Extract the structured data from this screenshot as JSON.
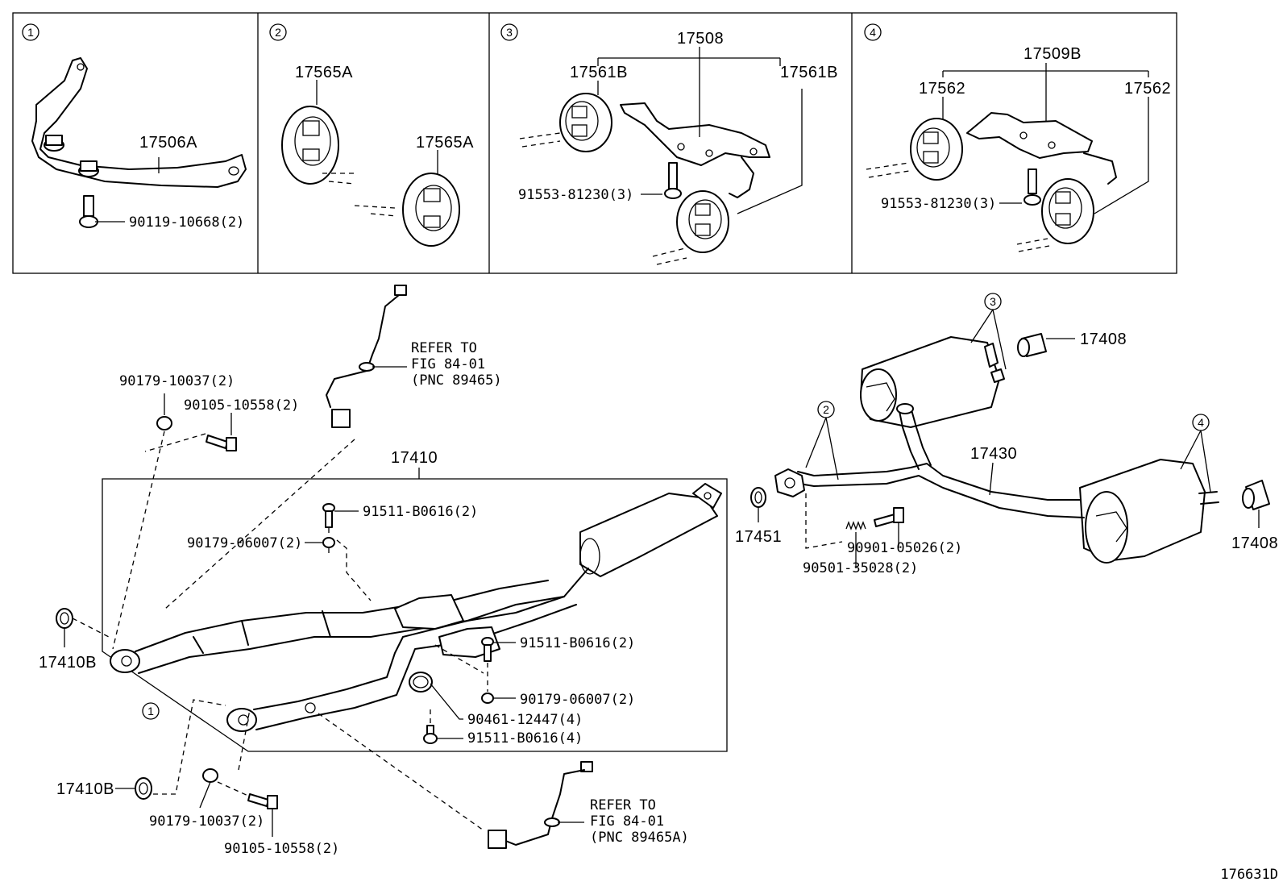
{
  "inset_boxes": [
    {
      "index": "1",
      "labels": {
        "bracket": "17506A",
        "bolt": "90119-10668(2)"
      }
    },
    {
      "index": "2",
      "labels": {
        "hanger_a": "17565A",
        "hanger_b": "17565A"
      }
    },
    {
      "index": "3",
      "labels": {
        "assembly": "17508",
        "hanger_left": "17561B",
        "hanger_right": "17561B",
        "bolt": "91553-81230(3)"
      }
    },
    {
      "index": "4",
      "labels": {
        "assembly": "17509B",
        "hanger_left": "17562",
        "hanger_right": "17562",
        "bolt": "91553-81230(3)"
      }
    }
  ],
  "main": {
    "front_pipe": "17410",
    "center_pipe": "17430",
    "tail_tip_upper": "17408",
    "tail_tip_lower": "17408",
    "gasket_center": "17451",
    "gasket_left_upper": "17410B",
    "gasket_left_lower": "17410B",
    "refer_upper": [
      "REFER TO",
      "FIG 84-01",
      "(PNC 89465)"
    ],
    "refer_lower": [
      "REFER TO",
      "FIG 84-01",
      "(PNC 89465A)"
    ],
    "nut_upper_left": "90179-10037(2)",
    "bolt_upper_left": "90105-10558(2)",
    "nut_lower_left": "90179-10037(2)",
    "bolt_lower_left": "90105-10558(2)",
    "bolt_mid_1": "91511-B0616(2)",
    "nut_mid_1": "90179-06007(2)",
    "bolt_mid_2": "91511-B0616(2)",
    "nut_mid_2": "90179-06007(2)",
    "clamp": "90461-12447(4)",
    "bolt_mid_3": "91511-B0616(4)",
    "spring_bolt": "90901-05026(2)",
    "spring": "90501-35028(2)",
    "callouts": {
      "c1": "1",
      "c2": "2",
      "c3": "3",
      "c4": "4"
    }
  },
  "figure_id": "176631D"
}
